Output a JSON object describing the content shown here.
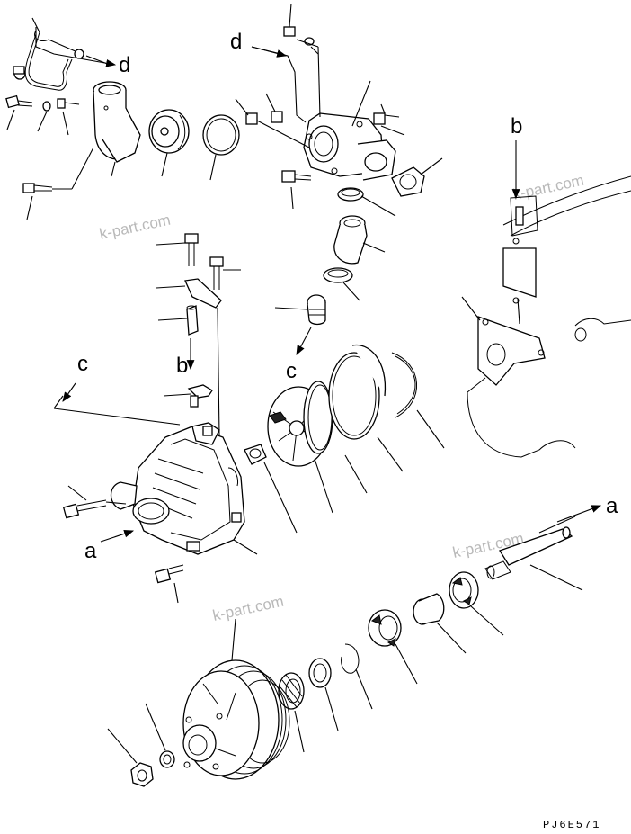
{
  "labels": {
    "a": "a",
    "b": "b",
    "c": "c",
    "d": "d"
  },
  "watermark": "k-part.com",
  "drawing_code": "PJ6E571"
}
